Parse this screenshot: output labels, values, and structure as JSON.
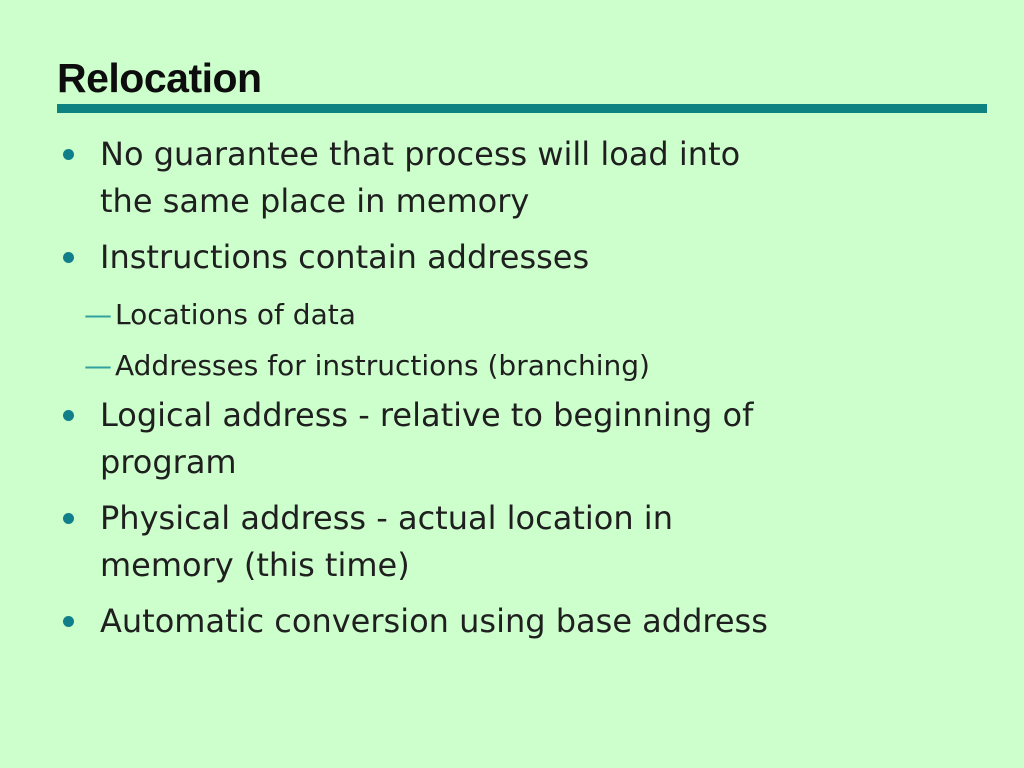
{
  "slide": {
    "title": "Relocation",
    "glyphs": {
      "sub_bullet_dash": "—"
    },
    "bullets": [
      {
        "level": 1,
        "text": "No guarantee that process will load into\nthe same place in memory"
      },
      {
        "level": 1,
        "text": "Instructions contain addresses"
      },
      {
        "level": 2,
        "text": "Locations of data"
      },
      {
        "level": 2,
        "text": "Addresses for instructions (branching)"
      },
      {
        "level": 1,
        "text": "Logical address - relative to beginning of\nprogram"
      },
      {
        "level": 1,
        "text": "Physical address - actual location in\nmemory (this time)"
      },
      {
        "level": 1,
        "text": "Automatic conversion using base address"
      }
    ],
    "colors": {
      "background": "#ccffcc",
      "title_text": "#0d0d0d",
      "body_text": "#1f1f1f",
      "divider": "#0e8181",
      "bullet": "#117f8a",
      "sub_bullet_dash": "#33a0a0"
    }
  }
}
